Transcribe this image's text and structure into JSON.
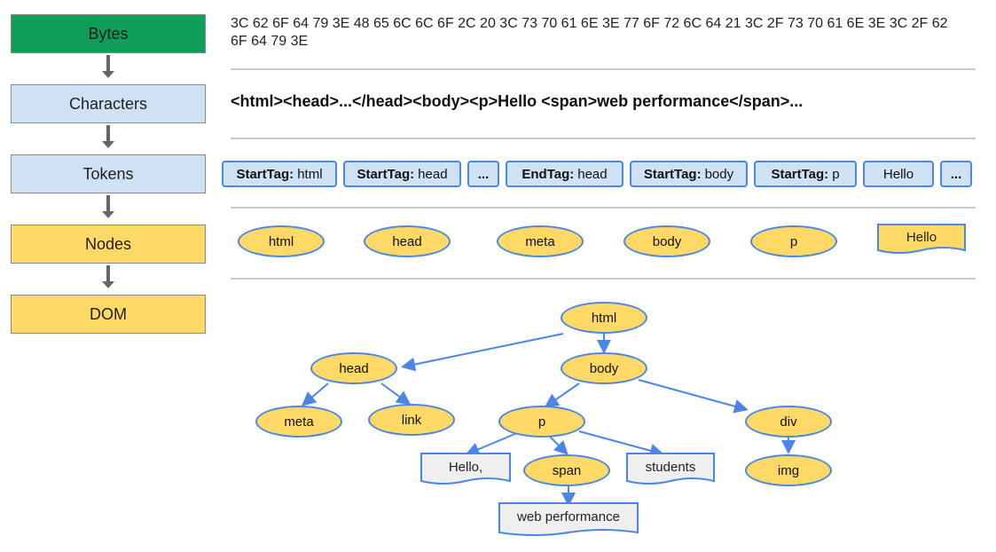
{
  "stages": [
    {
      "label": "Bytes"
    },
    {
      "label": "Characters"
    },
    {
      "label": "Tokens"
    },
    {
      "label": "Nodes"
    },
    {
      "label": "DOM"
    }
  ],
  "bytes_text": "3C 62 6F 64 79 3E 48 65 6C 6C 6F 2C 20 3C 73 70 61 6E 3E 77 6F 72 6C 64 21 3C 2F 73 70 61 6E 3E 3C 2F 62 6F 64 79 3E",
  "characters_text": "<html><head>...</head><body><p>Hello <span>web performance</span>...",
  "tokens": [
    {
      "kind": "StartTag:",
      "name": "html"
    },
    {
      "kind": "StartTag:",
      "name": "head"
    },
    {
      "kind": "",
      "name": "..."
    },
    {
      "kind": "EndTag:",
      "name": "head"
    },
    {
      "kind": "StartTag:",
      "name": "body"
    },
    {
      "kind": "StartTag:",
      "name": "p"
    },
    {
      "kind": "",
      "name": "Hello"
    },
    {
      "kind": "",
      "name": "..."
    }
  ],
  "nodes": [
    "html",
    "head",
    "meta",
    "body",
    "p"
  ],
  "node_text": "Hello",
  "tree": {
    "html": "html",
    "head": "head",
    "body": "body",
    "meta": "meta",
    "link": "link",
    "p": "p",
    "div": "div",
    "hello": "Hello,",
    "span": "span",
    "students": "students",
    "img": "img",
    "web": "web performance"
  },
  "colors": {
    "bytes": "#0f9d58",
    "characters": "#cfe2f3",
    "tokens": "#cfe2f3",
    "nodes": "#ffd966",
    "dom": "#ffd966",
    "edge": "#4a86e8"
  }
}
